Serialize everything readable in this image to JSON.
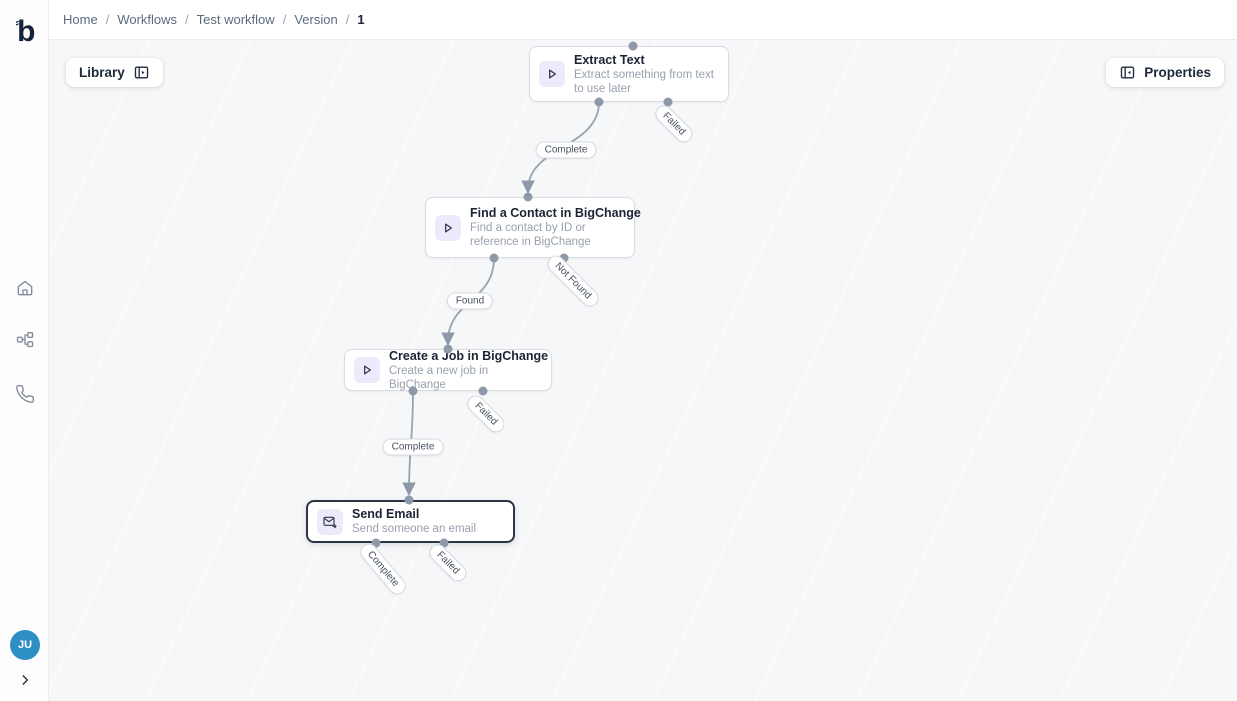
{
  "app": {
    "logo_letter": "b"
  },
  "topbar": {
    "breadcrumb": {
      "separator": "/",
      "items": [
        "Home",
        "Workflows",
        "Test workflow",
        "Version"
      ],
      "current": "1"
    }
  },
  "canvas_toolbar": {
    "library": "Library",
    "properties": "Properties"
  },
  "sidebar": {
    "avatar_initials": "JU"
  },
  "workflow": {
    "nodes": [
      {
        "title": "Extract Text",
        "description": "Extract something from text to use later",
        "icon": "play",
        "selected": false,
        "status_labels": [
          "Complete",
          "Failed"
        ]
      },
      {
        "title": "Find a Contact in BigChange",
        "description": "Find a contact by ID or reference in BigChange",
        "icon": "play",
        "selected": false,
        "status_labels": [
          "Found",
          "Not Found"
        ]
      },
      {
        "title": "Create a Job in BigChange",
        "description": "Create a new job in BigChange",
        "icon": "play",
        "selected": false,
        "status_labels": [
          "Complete",
          "Failed"
        ]
      },
      {
        "title": "Send Email",
        "description": "Send someone an email",
        "icon": "mail-send",
        "selected": true,
        "status_labels": [
          "Complete",
          "Failed"
        ]
      }
    ]
  },
  "colors": {
    "node_icon_bg": "#edeafb",
    "edge": "#97a2b2",
    "handle": "#8d98a8",
    "selected_border": "#2c3545",
    "avatar_bg": "#2e8fc5",
    "canvas_bg": "#f6f7f8"
  }
}
